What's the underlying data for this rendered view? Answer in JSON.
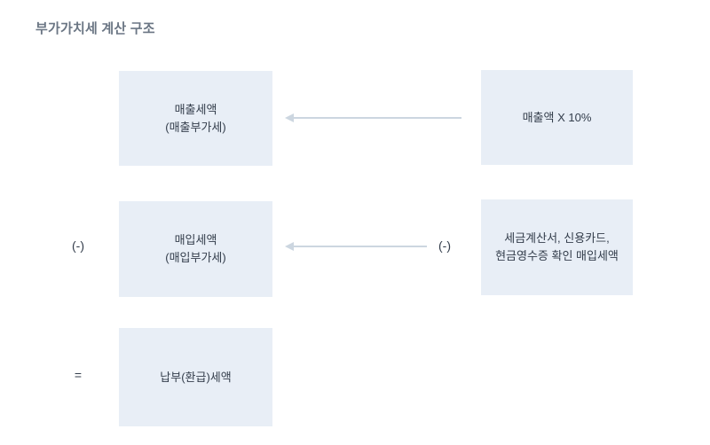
{
  "title": "부가가치세 계산 구조",
  "colors": {
    "background": "#ffffff",
    "box_fill": "#e8eef6",
    "box_text": "#333d4b",
    "title_text": "#6b7684",
    "arrow": "#ccd6e0",
    "operator_text": "#333d4b"
  },
  "diagram": {
    "row1": {
      "left_box_line1": "매출세액",
      "left_box_line2": "(매출부가세)",
      "right_box_line1": "매출액 X 10%"
    },
    "row2": {
      "operator": "(-)",
      "left_box_line1": "매입세액",
      "left_box_line2": "(매입부가세)",
      "arrow_label": "(-)",
      "right_box_line1": "세금계산서, 신용카드,",
      "right_box_line2": "현금영수증 확인 매입세액"
    },
    "row3": {
      "operator": "=",
      "left_box_line1": "납부(환급)세액"
    }
  }
}
